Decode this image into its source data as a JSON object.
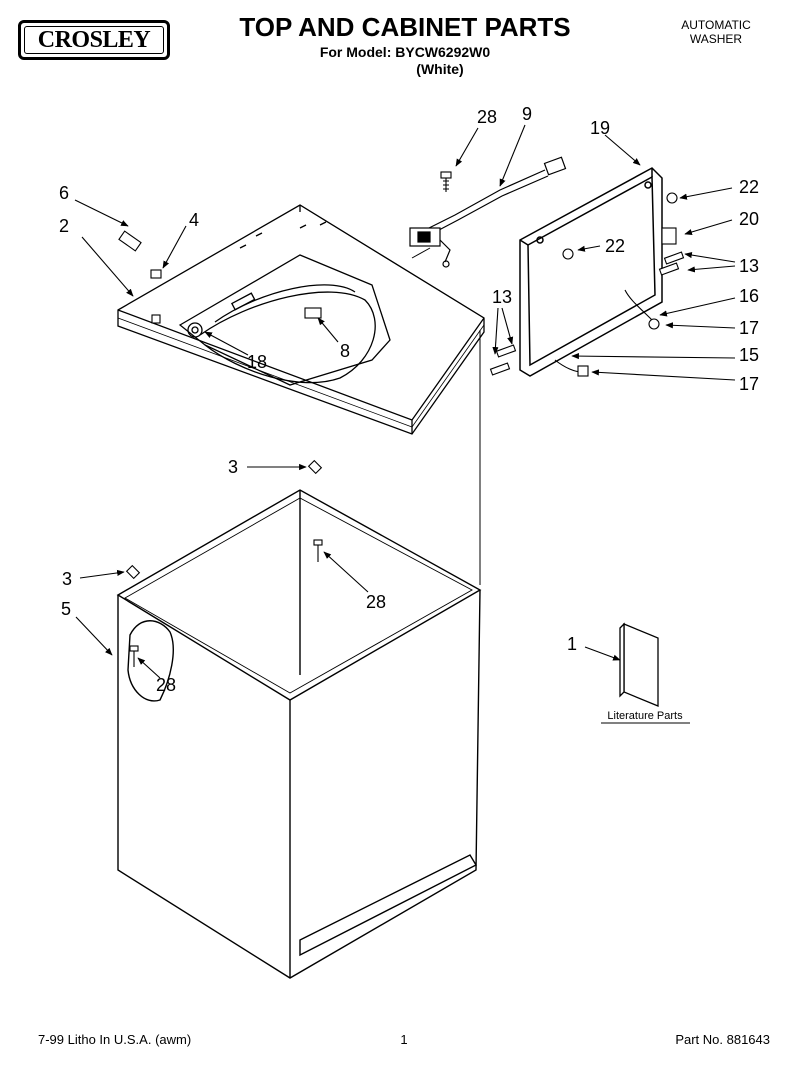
{
  "brand": "CROSLEY",
  "header": {
    "title": "TOP AND CABINET PARTS",
    "model_line": "For Model: BYCW6292W0",
    "color_line": "(White)",
    "product_line1": "AUTOMATIC",
    "product_line2": "WASHER"
  },
  "callouts": {
    "c1": "1",
    "c2": "2",
    "c3a": "3",
    "c3b": "3",
    "c4": "4",
    "c5": "5",
    "c6": "6",
    "c8": "8",
    "c9": "9",
    "c13a": "13",
    "c13b": "13",
    "c15": "15",
    "c16": "16",
    "c17a": "17",
    "c17b": "17",
    "c18": "18",
    "c19": "19",
    "c20": "20",
    "c22a": "22",
    "c22b": "22",
    "c28a": "28",
    "c28b": "28",
    "c28c": "28"
  },
  "literature_label": "Literature Parts",
  "footer": {
    "left": "7-99 Litho In U.S.A. (awm)",
    "center": "1",
    "right": "Part No. 881643"
  }
}
